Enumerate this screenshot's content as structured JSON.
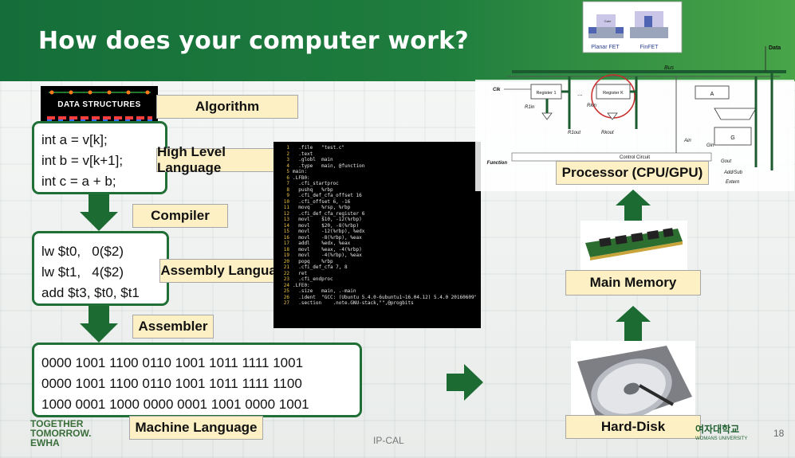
{
  "slide": {
    "title": "How does your computer work?",
    "page_number": "18",
    "footer_center": "IP-CAL",
    "footer_logo_lines": [
      "TOGETHER",
      "TOMORROW.",
      "EWHA"
    ],
    "footer_univ": "여자대학교",
    "footer_univ_sub": "WOMANS UNIVERSITY"
  },
  "left": {
    "ds_label": "DATA STRUCTURES",
    "algorithm": "Algorithm",
    "high_level_code": [
      "int a = v[k];",
      "int b = v[k+1];",
      "int c = a + b;"
    ],
    "high_level_label": "High Level Language",
    "compiler": "Compiler",
    "assembly_code": [
      "lw $t0,   0($2)",
      "lw $t1,   4($2)",
      "add $t3, $t0, $t1"
    ],
    "assembly_label": "Assembly Language",
    "assembler": "Assembler",
    "machine_code": [
      "0000 1001 1100 0110 1001 1011 1111 1001",
      "0000 1001 1100 0110 1001 1011 1111 1100",
      "1000 0001 1000 0000 0001 1001 0000 1001"
    ],
    "machine_label": "Machine Language"
  },
  "asm_listing": [
    {
      "n": "1",
      "t": "  .file   \"test.c\""
    },
    {
      "n": "2",
      "t": "  .text"
    },
    {
      "n": "3",
      "t": "  .globl  main"
    },
    {
      "n": "4",
      "t": "  .type   main, @function"
    },
    {
      "n": "5",
      "t": "main:"
    },
    {
      "n": "6",
      "t": ".LFB0:"
    },
    {
      "n": "7",
      "t": "  .cfi_startproc"
    },
    {
      "n": "8",
      "t": "  pushq   %rbp"
    },
    {
      "n": "9",
      "t": "  .cfi_def_cfa_offset 16"
    },
    {
      "n": "10",
      "t": "  .cfi_offset 6, -16"
    },
    {
      "n": "11",
      "t": "  movq    %rsp, %rbp"
    },
    {
      "n": "12",
      "t": "  .cfi_def_cfa_register 6"
    },
    {
      "n": "13",
      "t": "  movl    $10, -12(%rbp)"
    },
    {
      "n": "14",
      "t": "  movl    $20, -8(%rbp)"
    },
    {
      "n": "15",
      "t": "  movl    -12(%rbp), %edx"
    },
    {
      "n": "16",
      "t": "  movl    -8(%rbp), %eax"
    },
    {
      "n": "17",
      "t": "  addl    %edx, %eax"
    },
    {
      "n": "18",
      "t": "  movl    %eax, -4(%rbp)"
    },
    {
      "n": "19",
      "t": "  movl    -4(%rbp), %eax"
    },
    {
      "n": "20",
      "t": "  popq    %rbp"
    },
    {
      "n": "21",
      "t": "  .cfi_def_cfa 7, 8"
    },
    {
      "n": "22",
      "t": "  ret"
    },
    {
      "n": "23",
      "t": "  .cfi_endproc"
    },
    {
      "n": "24",
      "t": ".LFE0:"
    },
    {
      "n": "25",
      "t": "  .size   main, .-main"
    },
    {
      "n": "26",
      "t": "  .ident  \"GCC: (Ubuntu 5.4.0-6ubuntu1~16.04.12) 5.4.0 20160609\""
    },
    {
      "n": "27",
      "t": "  .section    .note.GNU-stack,\"\",@progbits"
    }
  ],
  "right": {
    "processor": "Processor (CPU/GPU)",
    "main_memory": "Main Memory",
    "hard_disk": "Hard-Disk",
    "circuit": {
      "planar": "Planar FET",
      "finfet": "FinFET",
      "gate": "Gate",
      "data": "Data",
      "bus": "Bus",
      "clk": "Clk",
      "reg1": "Register 1",
      "regk": "Register K",
      "r1in": "R1in",
      "r1out": "R1out",
      "rkin": "Rkin",
      "rkout": "Rkout",
      "ain": "Ain",
      "a": "A",
      "g": "G",
      "gin": "Gin",
      "gout": "Gout",
      "control": "Control Circuit",
      "function": "Function",
      "addsub": "Add/Sub",
      "extern": "Extern",
      "dots": "..."
    }
  },
  "colors": {
    "accent_green": "#1f6f36",
    "label_fill": "#fdf0c4",
    "header_green": "#156e39"
  }
}
